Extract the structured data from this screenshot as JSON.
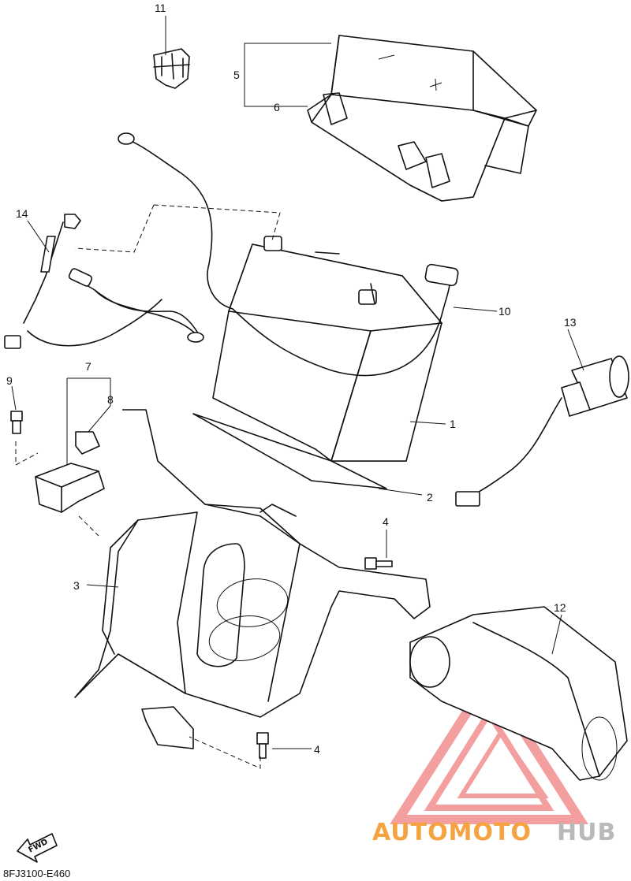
{
  "callouts": [
    {
      "num": "1"
    },
    {
      "num": "2"
    },
    {
      "num": "3"
    },
    {
      "num": "4"
    },
    {
      "num": "4"
    },
    {
      "num": "5"
    },
    {
      "num": "6"
    },
    {
      "num": "7"
    },
    {
      "num": "8"
    },
    {
      "num": "9"
    },
    {
      "num": "10"
    },
    {
      "num": "11"
    },
    {
      "num": "12"
    },
    {
      "num": "13"
    },
    {
      "num": "14"
    }
  ],
  "drawing_code": "8FJ3100-E460",
  "fwd_label": "FWD",
  "watermark": {
    "part1": "AUTOMOTO",
    "part2": "HUB",
    "color1": "#f4a340",
    "color2": "#b9b9b9",
    "triangle_color": "#f08080"
  },
  "line_color": "#111111"
}
